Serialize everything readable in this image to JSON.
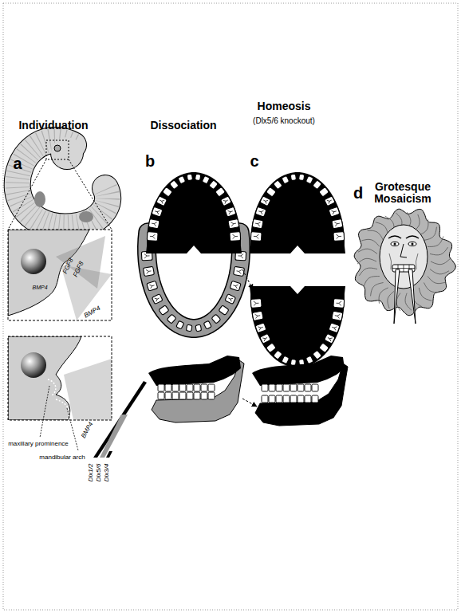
{
  "diagram": {
    "labels": [
      "Individuation",
      "Dissociation",
      "Homeosis",
      "(Dlx5/6 knockout)",
      "a",
      "b",
      "c",
      "Grotesque Mosaicism",
      "d",
      "FGF8",
      "FGF8",
      "BMP4",
      "BMP4",
      "maxillary prominence",
      "mandibular arch",
      "BMP4",
      "Dlx1/2",
      "Dlx5/6",
      "Dlx3/4"
    ]
  }
}
